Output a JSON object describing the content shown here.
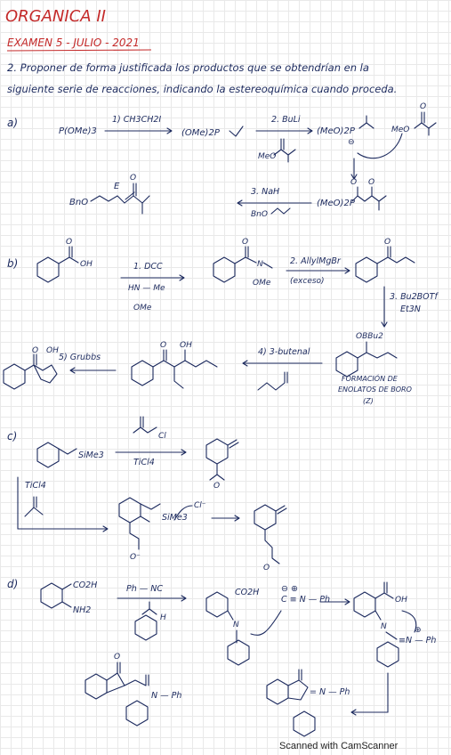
{
  "header": {
    "course": "ORGANICA II",
    "exam": "EXAMEN 5 - JULIO - 2021"
  },
  "question": {
    "line1": "2. Proponer de forma justificada los productos que se obtendrían en la",
    "line2": "siguiente serie de reacciones, indicando la estereoquímica cuando proceda."
  },
  "part_a": {
    "label": "a)",
    "start": "P(OMe)3",
    "step1": "1) CH3CH2I",
    "product1": "(OMe)2P",
    "step2": "2. BuLi",
    "anion": "(MeO)2P",
    "ester": "MeO",
    "ester2": "MeO",
    "ketophosphonate": "(MeO)2P",
    "step3": "3. NaH",
    "aldehyde": "BnO",
    "product_label": "E",
    "product": "BnO"
  },
  "part_b": {
    "label": "b)",
    "acid": "OH",
    "step1": "1. DCC",
    "weinreb_reagent": "HN — Me",
    "weinreb_reagent_sub": "OMe",
    "weinreb_n": "N",
    "weinreb_ome": "OMe",
    "step2": "2. AllylMgBr",
    "step2_note": "(exceso)",
    "step3": "3. Bu2BOTf",
    "step3b": "Et3N",
    "enolate": "OBBu2",
    "enolate_note1": "FORMACIÓN DE",
    "enolate_note2": "ENOLATOS DE BORO",
    "enolate_note3": "(Z)",
    "step4": "4) 3-butenal",
    "aldol_oh": "OH",
    "step5": "5) Grubbs",
    "final_o": "O",
    "final_oh": "OH"
  },
  "part_c": {
    "label": "c)",
    "substrate": "SiMe3",
    "reagent_cl": "Cl",
    "lewis_acid": "TiCl4",
    "alt_lewis": "TiCl4",
    "intermediate": "SiMe3",
    "chloride": "Cl⁻",
    "o_minus": "O⁻"
  },
  "part_d": {
    "label": "d)",
    "acid": "CO2H",
    "amine": "NH2",
    "reagent": "Ph — NC",
    "imine_acid": "CO2H",
    "isocyanide": "C ≡ N — Ph",
    "charges": "⊖  ⊕",
    "nitrilium_oh": "OH",
    "nitrilium": "≡N — Ph",
    "nitrilium_charge": "⊕",
    "cyclic": "= N — Ph",
    "n_label": "N",
    "amide": "N — Ph",
    "final_h": "H"
  },
  "footer": "Scanned with CamScanner",
  "colors": {
    "ink": "#1c2a5e",
    "title_red": "#c42a2a",
    "grid": "#e9e9e9"
  }
}
